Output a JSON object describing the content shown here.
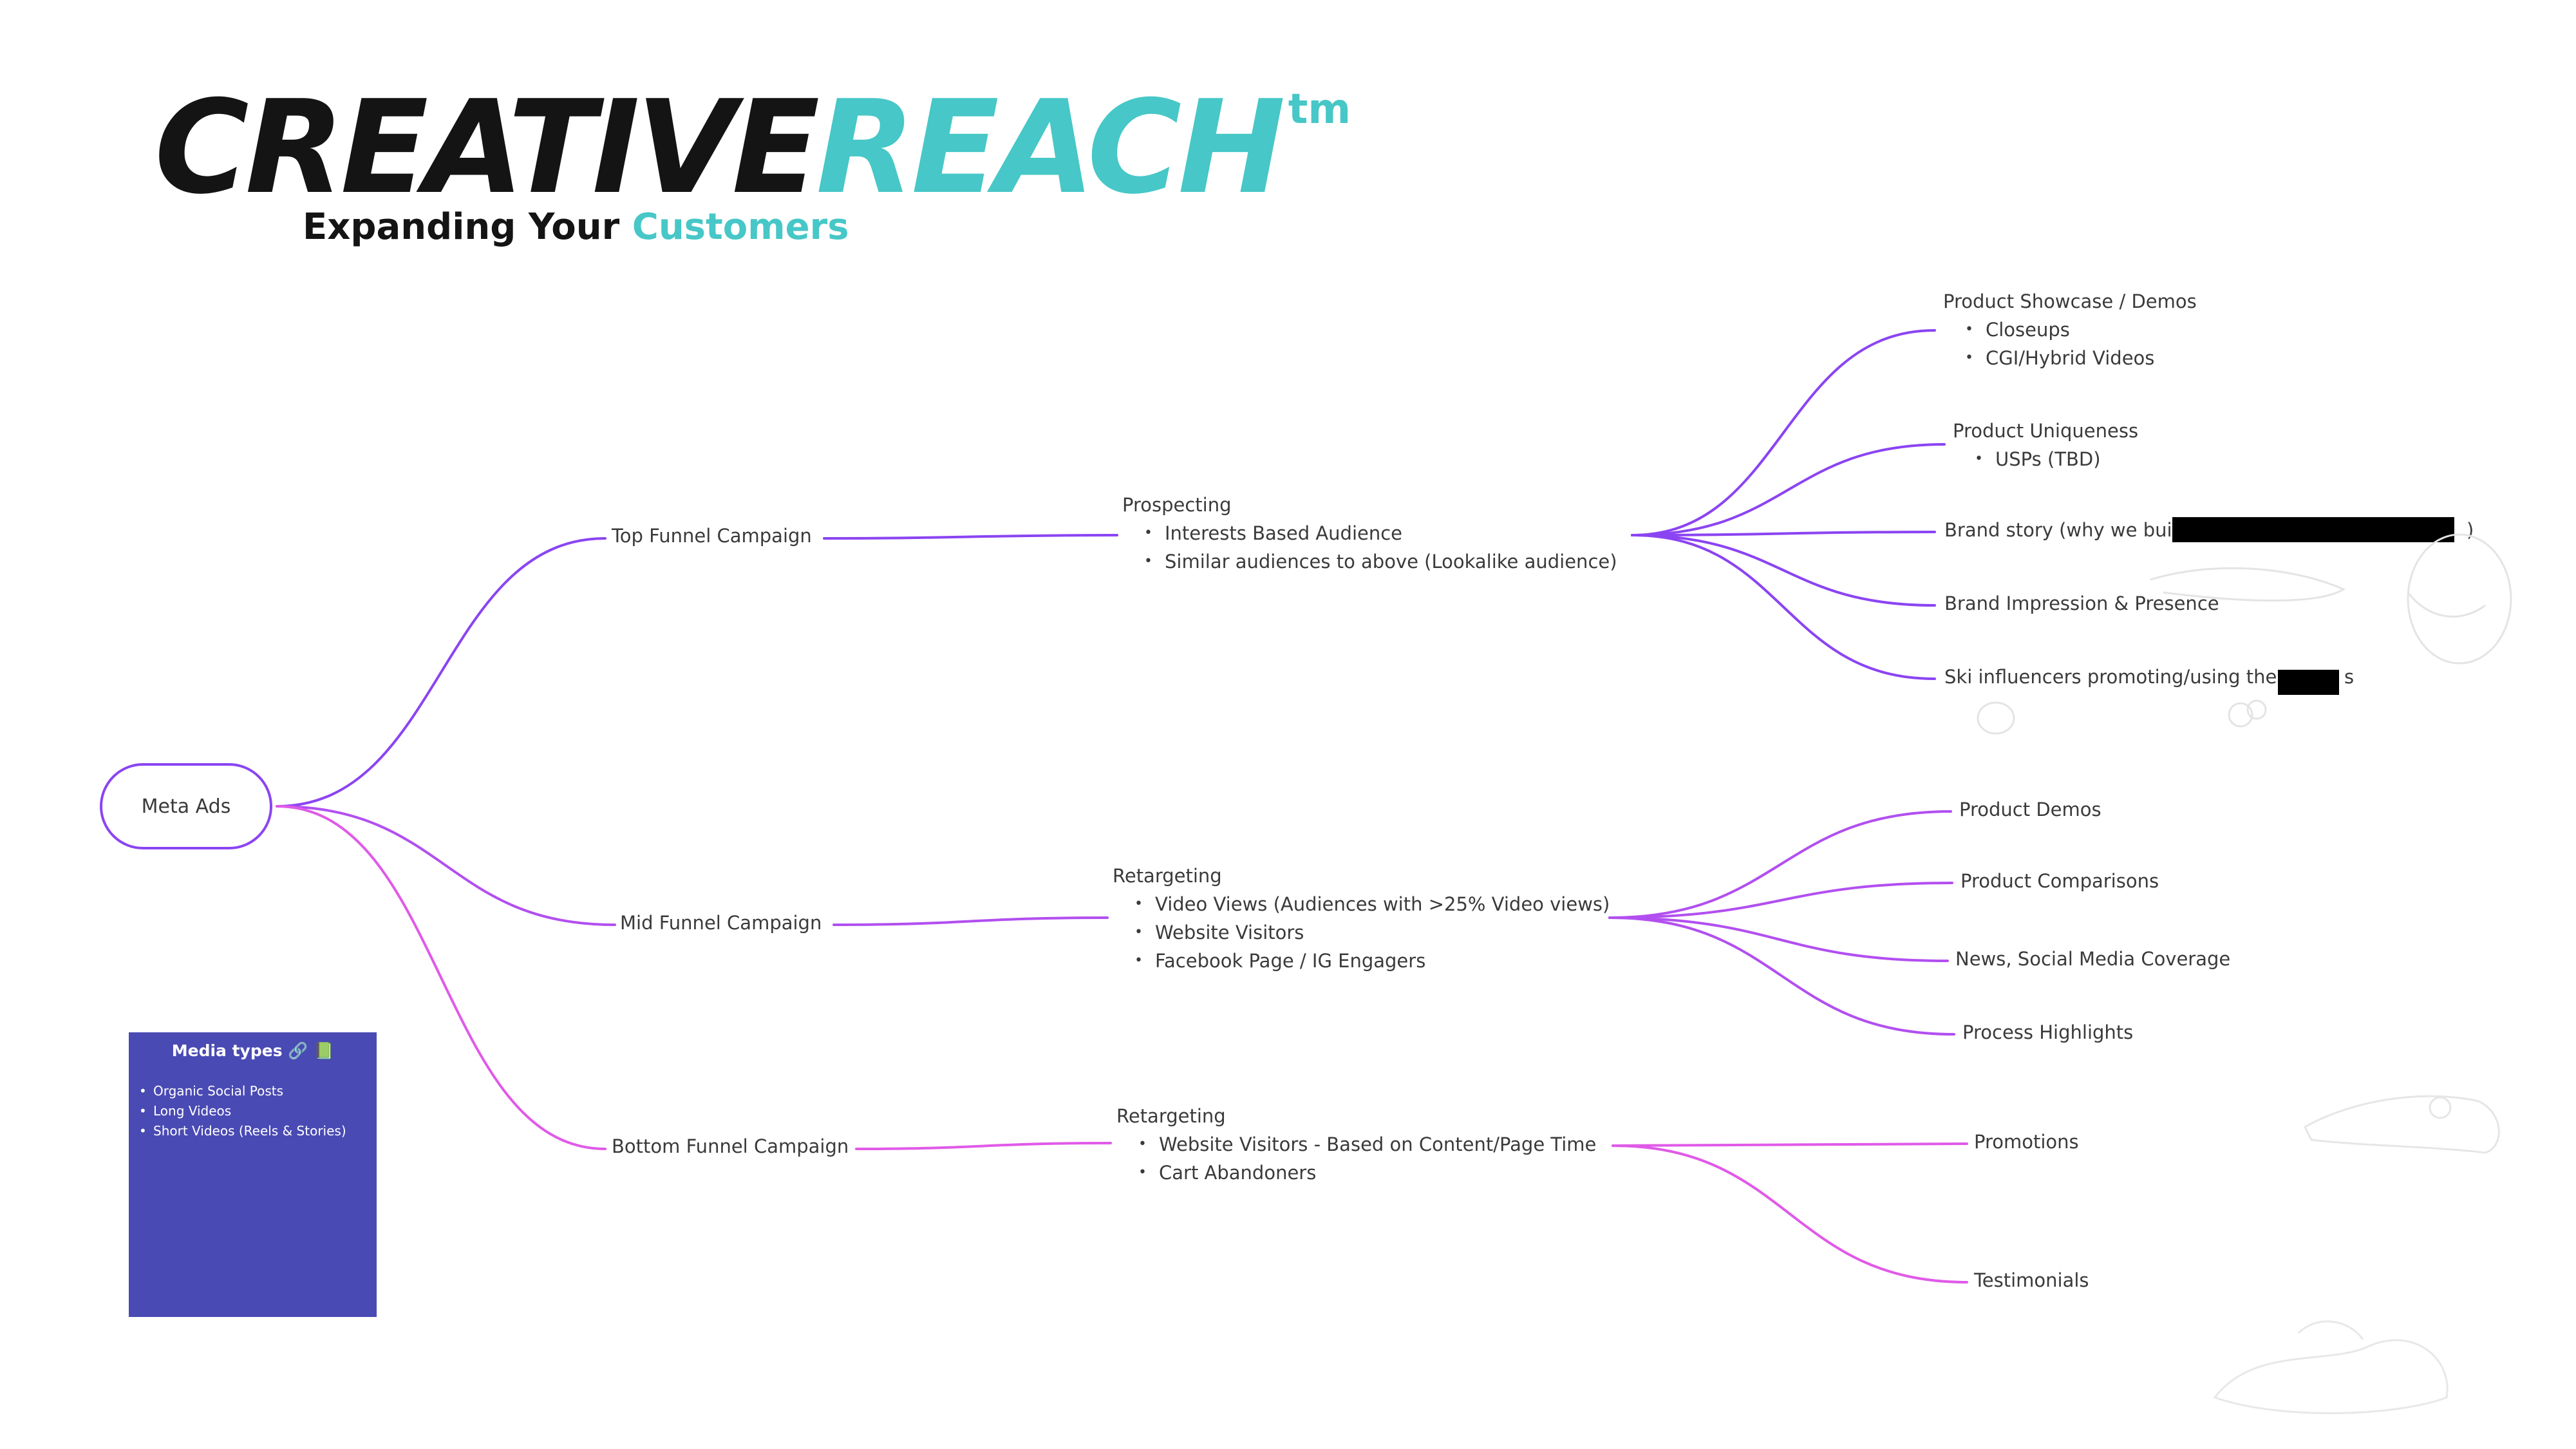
{
  "brand": {
    "logo_dark": "CREATIVE",
    "logo_accent": "REACH",
    "logo_mark": "tm",
    "tagline_dark": "Expanding Your",
    "tagline_accent": "Customers",
    "colors": {
      "dark": "#141414",
      "accent": "#47c7c7"
    }
  },
  "mindmap": {
    "root": "Meta Ads",
    "line_colors": {
      "top": "#8b44f2",
      "mid": "#b24ff0",
      "bottom": "#e05ae8"
    },
    "campaigns": [
      {
        "label": "Top Funnel Campaign",
        "audience": {
          "title": "Prospecting",
          "items": [
            "Interests Based Audience",
            "Similar audiences to above (Lookalike audience)"
          ]
        },
        "creatives": [
          {
            "title": "Product Showcase / Demos",
            "items": [
              "Closeups",
              "CGI/Hybrid Videos"
            ]
          },
          {
            "title": "Product Uniqueness",
            "items": [
              "USPs (TBD)"
            ]
          },
          {
            "title": "Brand story (why we built",
            "suffix": ")"
          },
          {
            "title": "Brand Impression & Presence"
          },
          {
            "title": "Ski influencers promoting/using the g",
            "suffix": "s"
          }
        ]
      },
      {
        "label": "Mid Funnel Campaign",
        "audience": {
          "title": "Retargeting",
          "items": [
            "Video Views (Audiences with >25% Video views)",
            "Website Visitors",
            "Facebook Page / IG Engagers"
          ]
        },
        "creatives": [
          {
            "title": "Product Demos"
          },
          {
            "title": "Product Comparisons"
          },
          {
            "title": "News, Social Media Coverage"
          },
          {
            "title": "Process Highlights"
          }
        ]
      },
      {
        "label": "Bottom Funnel Campaign",
        "audience": {
          "title": "Retargeting",
          "items": [
            "Website Visitors - Based on Content/Page Time",
            "Cart Abandoners"
          ]
        },
        "creatives": [
          {
            "title": "Promotions"
          },
          {
            "title": "Testimonials"
          }
        ]
      }
    ]
  },
  "media_types": {
    "title": "Media types 🔗 📗",
    "items": [
      "Organic Social Posts",
      "Long Videos",
      "Short Videos (Reels & Stories)"
    ],
    "background": "#4a4ab4"
  }
}
